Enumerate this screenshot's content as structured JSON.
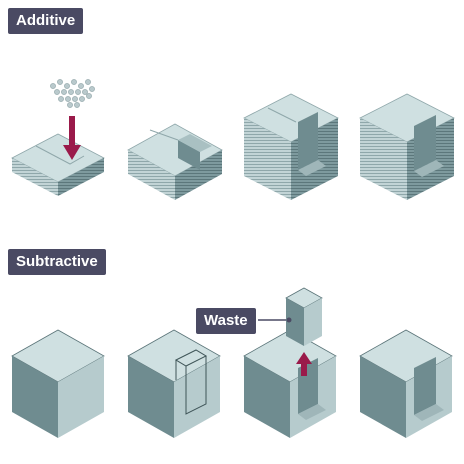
{
  "sections": {
    "additive": {
      "label": "Additive"
    },
    "subtractive": {
      "label": "Subtractive"
    }
  },
  "annotations": {
    "waste": "Waste"
  },
  "colors": {
    "label_bg": "#4a4a63",
    "label_text": "#ffffff",
    "arrow": "#9a1a4a",
    "cube_top": "#cfe0e1",
    "cube_left": "#b6cbcd",
    "cube_right": "#6f8c90",
    "cube_edge": "#5a7478",
    "particles": "#b9c9cc"
  }
}
